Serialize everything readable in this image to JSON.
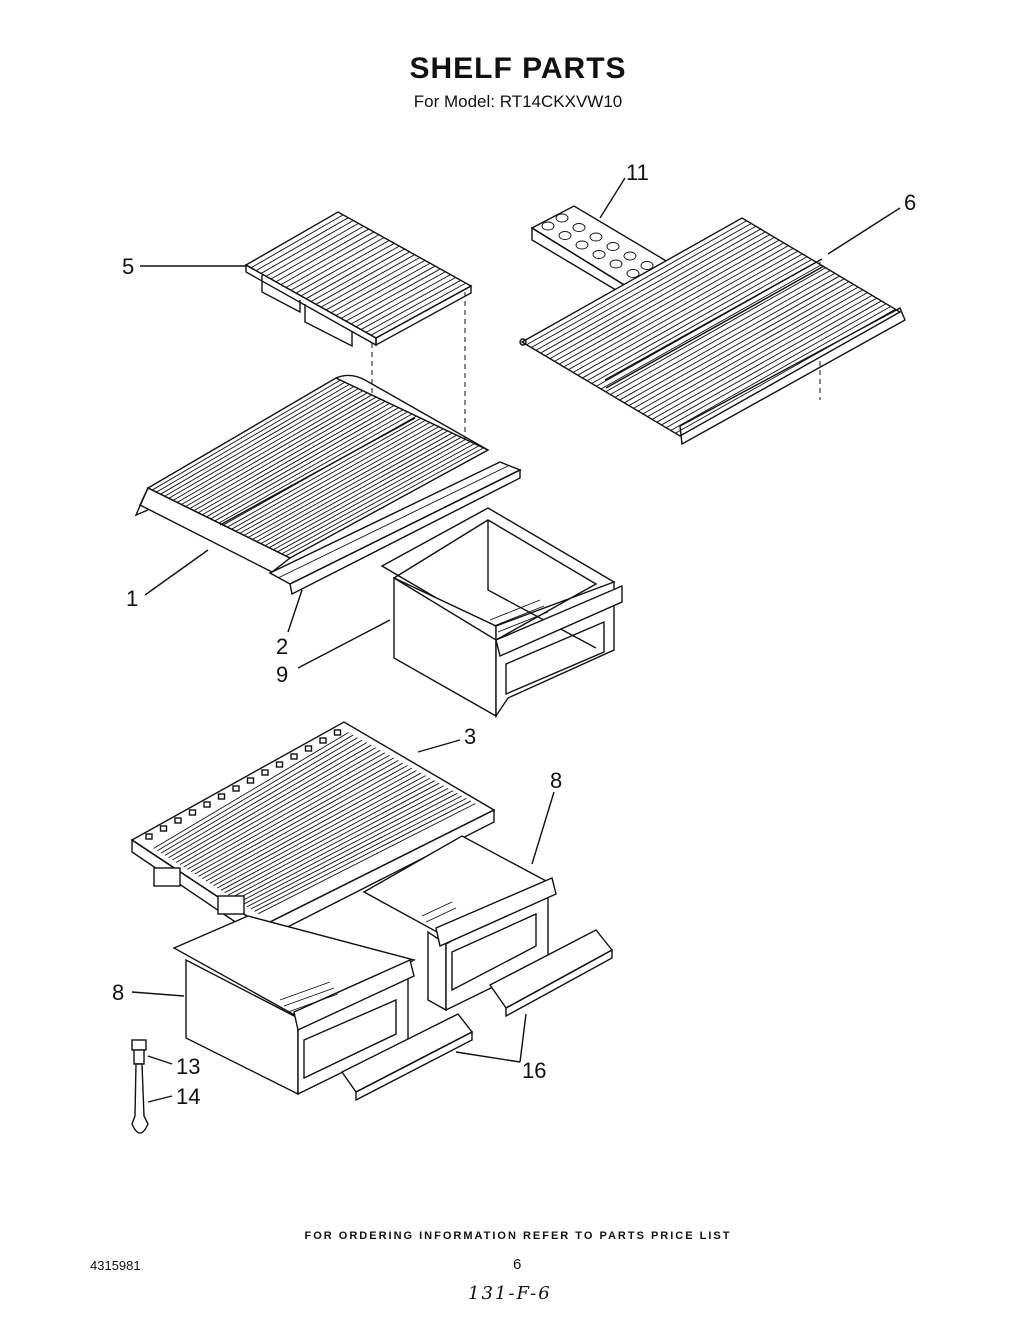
{
  "header": {
    "title": "SHELF PARTS",
    "subtitle": "For Model: RT14CKXVW10"
  },
  "callouts": {
    "c1": "1",
    "c2": "2",
    "c3": "3",
    "c5": "5",
    "c6": "6",
    "c8a": "8",
    "c8b": "8",
    "c9": "9",
    "c11": "11",
    "c13": "13",
    "c14": "14",
    "c16": "16"
  },
  "footer": {
    "note": "FOR ORDERING INFORMATION REFER TO PARTS PRICE LIST",
    "document_number": "4315981",
    "page_number": "6",
    "handwritten_code": "131-F-6"
  }
}
